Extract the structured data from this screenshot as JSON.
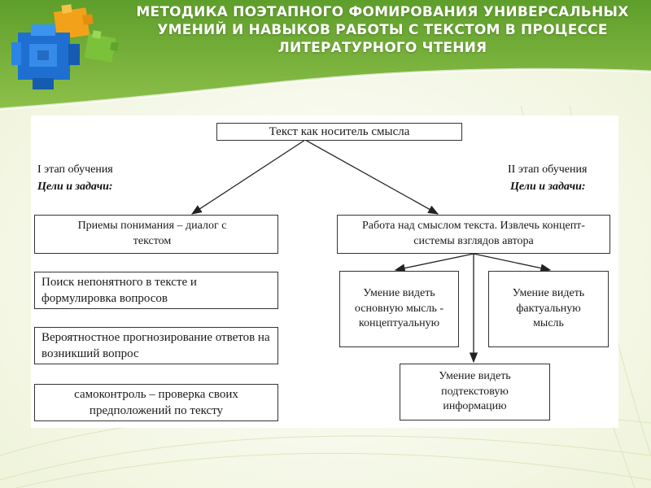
{
  "title": "МЕТОДИКА ПОЭТАПНОГО ФОМИРОВАНИЯ УНИВЕРСАЛЬНЫХ УМЕНИЙ И НАВЫКОВ РАБОТЫ С ТЕКСТОМ В ПРОЦЕССЕ ЛИТЕРАТУРНОГО ЧТЕНИЯ",
  "diagram": {
    "root": "Текст как носитель смысла",
    "stage1": {
      "label": "I этап обучения",
      "goals": "Цели и задачи:"
    },
    "stage2": {
      "label": "II этап обучения",
      "goals": "Цели и задачи:"
    },
    "left": [
      "Приемы понимания – диалог с текстом",
      "Поиск непонятного в тексте и формулировка вопросов",
      "Вероятностное прогнозирование ответов на возникший вопрос",
      "самоконтроль – проверка своих предположений по тексту"
    ],
    "right_main": "Работа над смыслом текста. Извлечь концепт-системы взглядов автора",
    "right_children": [
      "Умение видеть основную мысль - концептуальную",
      "Умение видеть фактуальную мысль",
      "Умение видеть подтекстовую информацию"
    ]
  }
}
